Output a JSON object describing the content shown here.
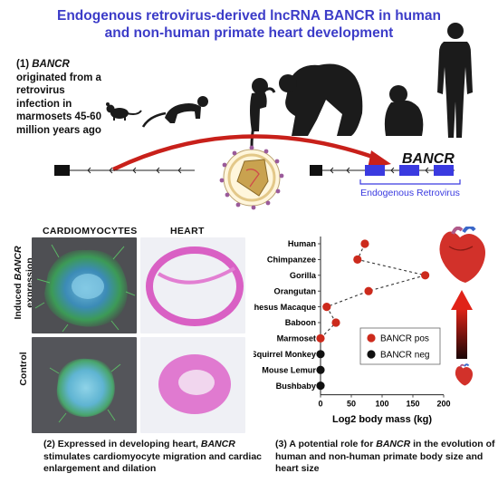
{
  "title_line1": "Endogenous retrovirus-derived lncRNA BANCR in human",
  "title_line2": "and non-human primate heart development",
  "note1": {
    "prefix": "(1) ",
    "gene": "BANCR",
    "rest": " originated from a retrovirus infection in marmosets 45-60 million years ago"
  },
  "gene_label": "BANCR",
  "erv_label": "Endogenous Retrovirus",
  "panels": {
    "cardio_header": "CARDIOMYOCYTES",
    "heart_header": "HEART",
    "row1_label_pre": "Induced ",
    "row1_label_gene": "BANCR",
    "row1_label_post": "expression",
    "row2_label": "Control"
  },
  "note2": {
    "prefix": "(2) Expressed in developing heart, ",
    "gene": "BANCR",
    "rest": " stimulates cardiomyocyte migration and cardiac enlargement and dilation"
  },
  "note3": {
    "prefix": "(3) A potential role for ",
    "gene": "BANCR",
    "rest": " in the evolution of human and non-human primate body size and heart size"
  },
  "colors": {
    "title": "#3c3cc8",
    "bancr_pos": "#cc2a1c",
    "bancr_neg": "#111111",
    "exon": "#3a3ae0",
    "arrow": "#c8201a"
  },
  "icons": [
    "bushbaby-silhouette",
    "marmoset-silhouette",
    "macaque-silhouette",
    "gorilla-silhouette",
    "chimpanzee-silhouette",
    "human-silhouette",
    "retrovirus-particle",
    "heart-icon"
  ],
  "chart_data": {
    "type": "scatter",
    "categories": [
      "Human",
      "Chimpanzee",
      "Gorilla",
      "Orangutan",
      "Rhesus Macaque",
      "Baboon",
      "Marmoset",
      "Squirrel Monkey",
      "Mouse Lemur",
      "Bushbaby"
    ],
    "series": [
      {
        "name": "BANCR pos",
        "points": [
          {
            "category": "Human",
            "x": 72
          },
          {
            "category": "Chimpanzee",
            "x": 60
          },
          {
            "category": "Gorilla",
            "x": 170
          },
          {
            "category": "Orangutan",
            "x": 78
          },
          {
            "category": "Rhesus Macaque",
            "x": 10
          },
          {
            "category": "Baboon",
            "x": 25
          },
          {
            "category": "Marmoset",
            "x": 0
          }
        ]
      },
      {
        "name": "BANCR neg",
        "points": [
          {
            "category": "Squirrel Monkey",
            "x": 0
          },
          {
            "category": "Mouse Lemur",
            "x": 0
          },
          {
            "category": "Bushbaby",
            "x": 0
          }
        ]
      }
    ],
    "xlabel": "Log2 body mass (kg)",
    "xlim": [
      0,
      200
    ],
    "xticks": [
      "0",
      "50",
      "100",
      "150",
      "200"
    ],
    "connected": "dashed",
    "legend": "center-right",
    "grid": false
  }
}
